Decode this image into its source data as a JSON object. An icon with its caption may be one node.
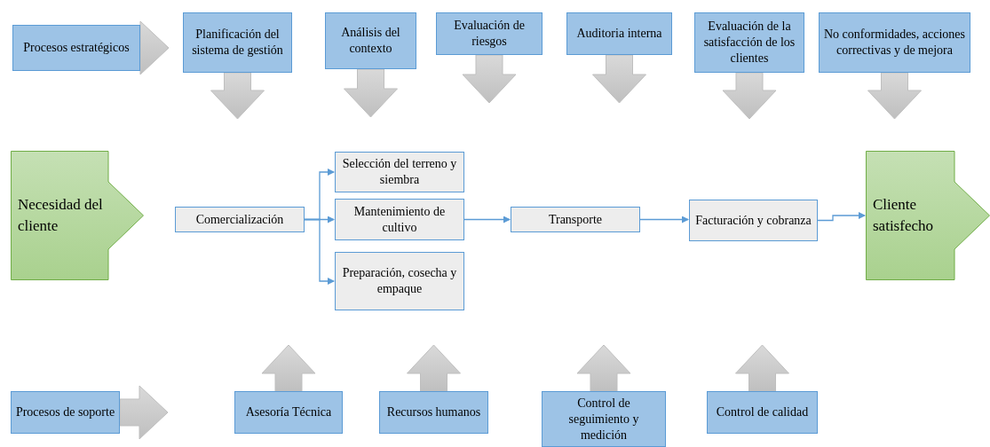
{
  "diagram": {
    "nodes": [
      {
        "text": [
          "Procesos estratégicos"
        ]
      },
      {
        "text": [
          "Planificación del sistema de gestión"
        ]
      },
      {
        "text": [
          "Análisis del contexto"
        ]
      },
      {
        "text": [
          "Evaluación de riesgos"
        ]
      },
      {
        "text": [
          "Auditoria interna"
        ]
      },
      {
        "text": [
          "Evaluación de la satisfacción de los clientes"
        ]
      },
      {
        "text": [
          "No conformidades, acciones correctivas y de mejora"
        ]
      },
      {
        "text": [
          "Necesidad del cliente"
        ]
      },
      {
        "text": [
          "Comercialización"
        ]
      },
      {
        "text": [
          "Selección del terreno y siembra"
        ]
      },
      {
        "text": [
          "Mantenimiento de cultivo"
        ]
      },
      {
        "text": [
          "Preparación, cosecha y empaque"
        ]
      },
      {
        "text": [
          "Transporte"
        ]
      },
      {
        "text": [
          "Facturación y cobranza"
        ]
      },
      {
        "text": [
          "Cliente satisfecho"
        ]
      },
      {
        "text": [
          "Procesos de soporte"
        ]
      },
      {
        "text": [
          "Asesoría Técnica"
        ]
      },
      {
        "text": [
          "Recursos humanos"
        ]
      },
      {
        "text": [
          "Control de seguimiento y medición"
        ]
      },
      {
        "text": [
          "Control de calidad"
        ]
      }
    ],
    "edges": [
      {
        "from": 0,
        "to": null,
        "arrow": "to",
        "style": "thick"
      },
      {
        "from": 1,
        "to": null,
        "arrow": "to",
        "style": "thick"
      },
      {
        "from": 2,
        "to": null,
        "arrow": "to",
        "style": "thick"
      },
      {
        "from": 3,
        "to": null,
        "arrow": "to",
        "style": "thick"
      },
      {
        "from": 4,
        "to": null,
        "arrow": "to",
        "style": "thick"
      },
      {
        "from": 5,
        "to": null,
        "arrow": "to",
        "style": "thick"
      },
      {
        "from": 6,
        "to": null,
        "arrow": "to",
        "style": "thick"
      },
      {
        "from": 8,
        "to": 9,
        "arrow": "to",
        "color": "#5b9bd5"
      },
      {
        "from": 8,
        "to": 10,
        "arrow": "to",
        "color": "#5b9bd5"
      },
      {
        "from": 8,
        "to": 11,
        "arrow": "to",
        "color": "#5b9bd5"
      },
      {
        "from": 10,
        "to": 12,
        "arrow": "to",
        "color": "#5b9bd5"
      },
      {
        "from": 12,
        "to": 13,
        "arrow": "to",
        "color": "#5b9bd5"
      },
      {
        "from": 13,
        "to": 14,
        "arrow": "to",
        "color": "#5b9bd5"
      },
      {
        "from": 15,
        "to": null,
        "arrow": "to",
        "style": "thick"
      },
      {
        "from": 16,
        "to": null,
        "arrow": "to",
        "style": "thick"
      },
      {
        "from": 17,
        "to": null,
        "arrow": "to",
        "style": "thick"
      },
      {
        "from": 18,
        "to": null,
        "arrow": "to",
        "style": "thick"
      },
      {
        "from": 19,
        "to": null,
        "arrow": "to",
        "style": "thick"
      }
    ]
  }
}
